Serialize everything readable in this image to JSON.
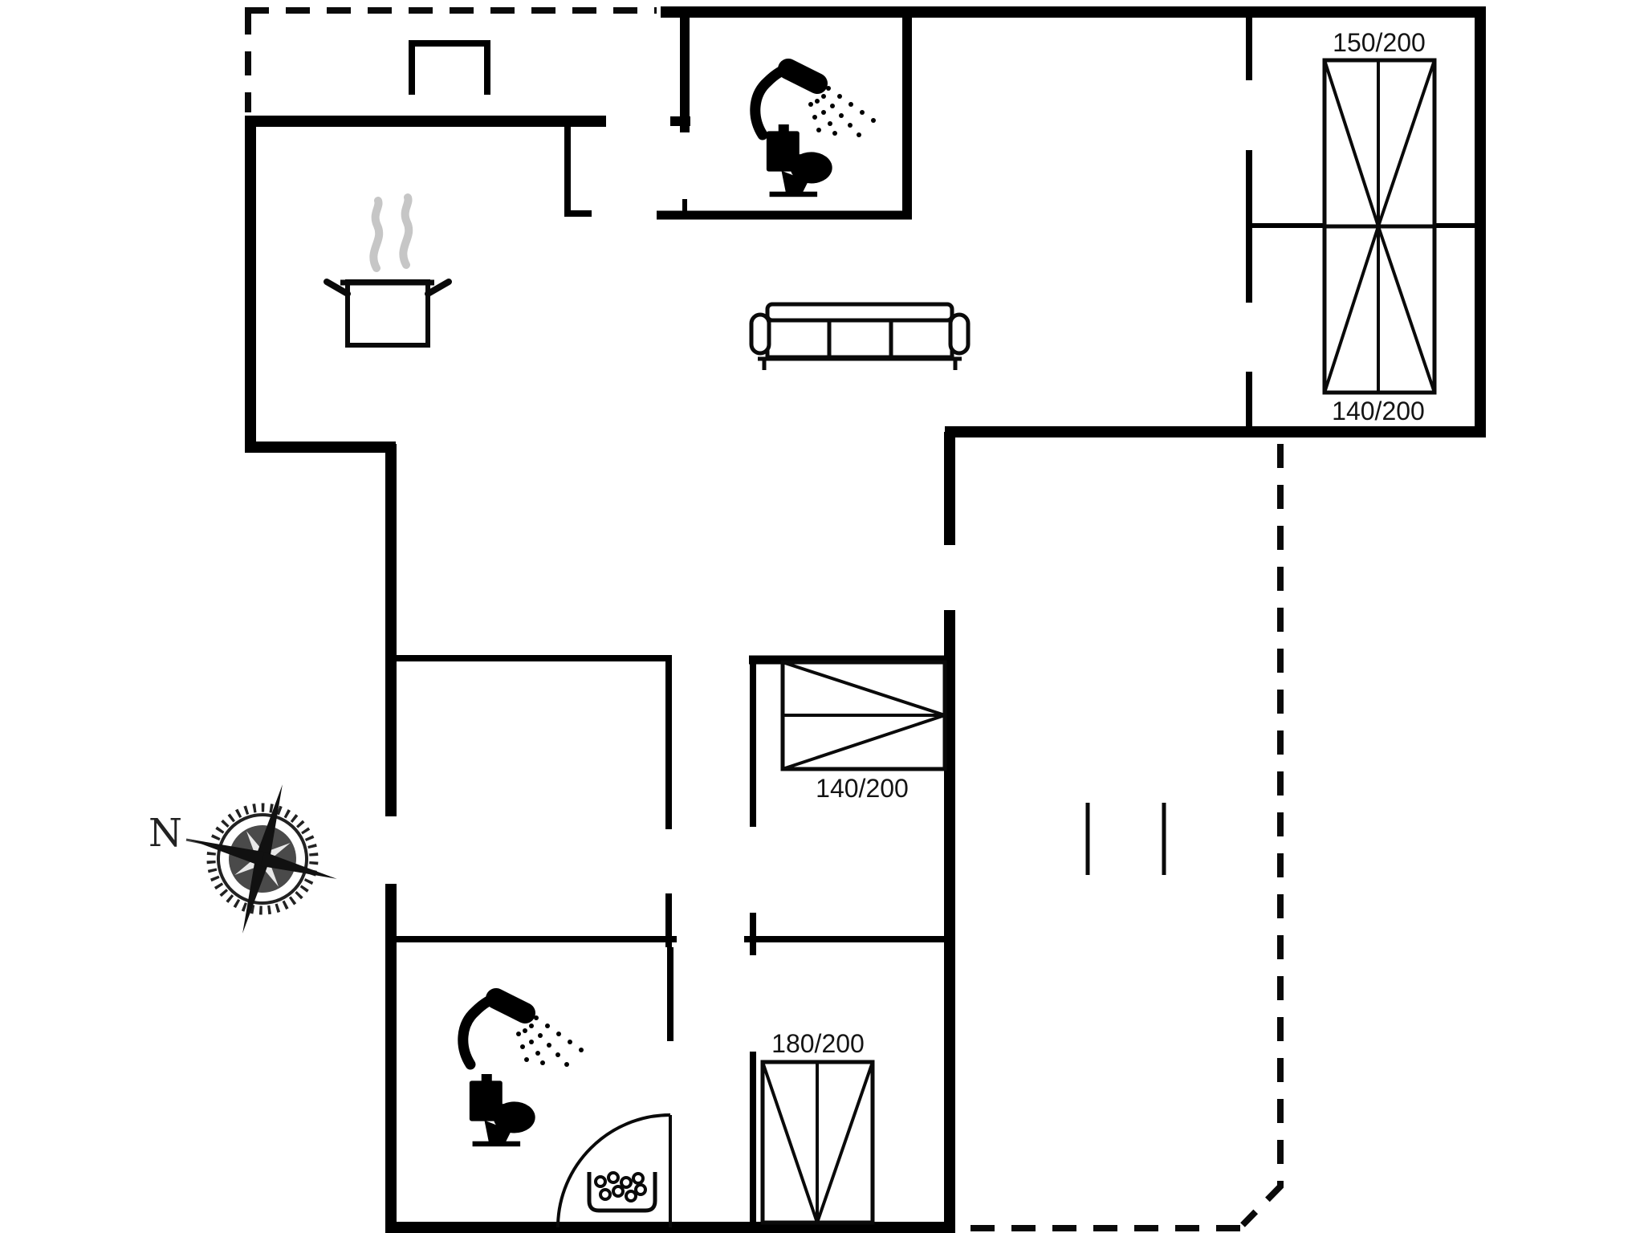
{
  "plan": {
    "type": "holiday-house-floor-plan",
    "background_color": "#ffffff",
    "wall_color": "#000000",
    "steam_color": "#c6c6c6",
    "compass": {
      "label": "N"
    },
    "beds": [
      {
        "id": "bed-northeast",
        "label": "150/200"
      },
      {
        "id": "bed-east",
        "label": "140/200"
      },
      {
        "id": "bed-middle",
        "label": "140/200"
      },
      {
        "id": "bed-south",
        "label": "180/200"
      }
    ],
    "icons": [
      "shower-icon",
      "toilet-icon",
      "cooking-pot-icon",
      "steam-icon",
      "sofa-icon",
      "bed-icon",
      "shower-tray-icon",
      "door-swing-icon",
      "compass-rose-icon",
      "terrace-door-marks",
      "chimney-niche"
    ]
  }
}
